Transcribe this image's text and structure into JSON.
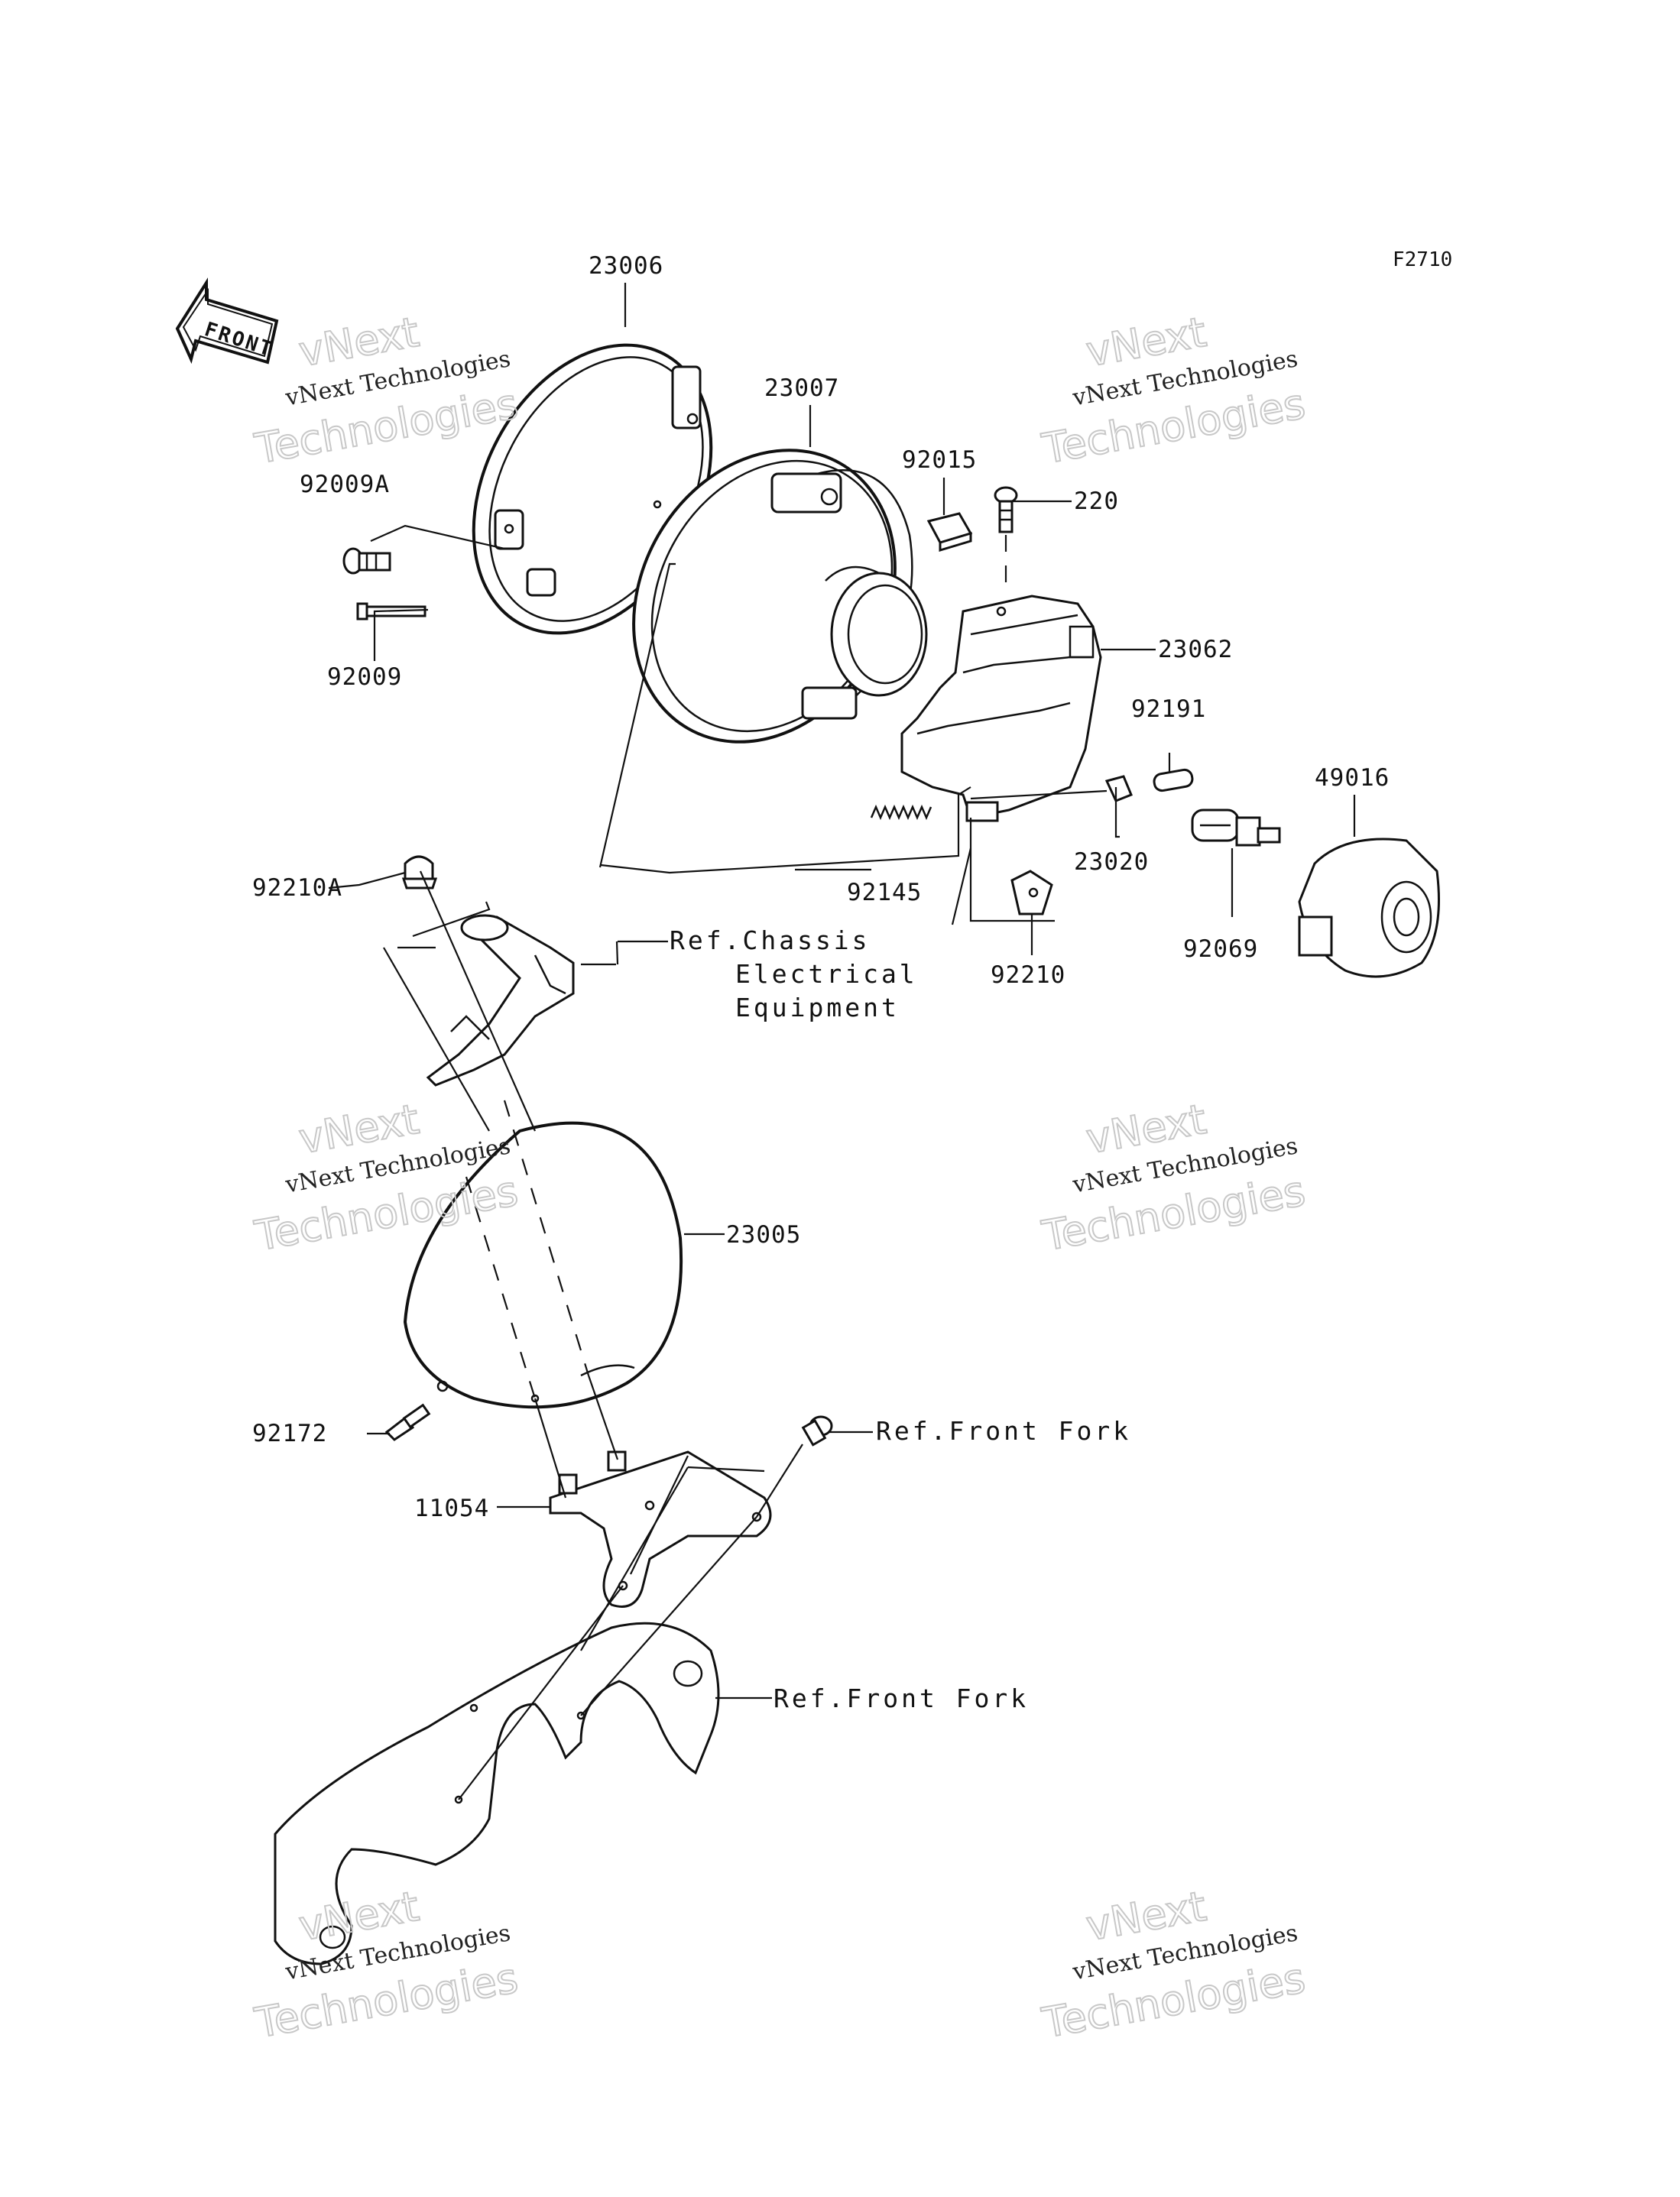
{
  "diagram": {
    "figure_code": "F2710",
    "front_arrow": "FRONT",
    "part_labels": {
      "p23006": "23006",
      "p23007": "23007",
      "p92015": "92015",
      "p220": "220",
      "p92009A": "92009A",
      "p92009": "92009",
      "p23062": "23062",
      "p92191": "92191",
      "p49016": "49016",
      "p92145": "92145",
      "p23020": "23020",
      "p92210A": "92210A",
      "p92210": "92210",
      "p92069": "92069",
      "p23005": "23005",
      "p92172": "92172",
      "p11054": "11054"
    },
    "references": {
      "chassis_line1": "Ref.Chassis",
      "chassis_line2": "Electrical",
      "chassis_line3": "Equipment",
      "front_fork_1": "Ref.Front Fork",
      "front_fork_2": "Ref.Front Fork"
    },
    "watermark": {
      "line_a": "vNext",
      "line_b": "vNext Technologies",
      "line_c": "Technologies"
    }
  }
}
